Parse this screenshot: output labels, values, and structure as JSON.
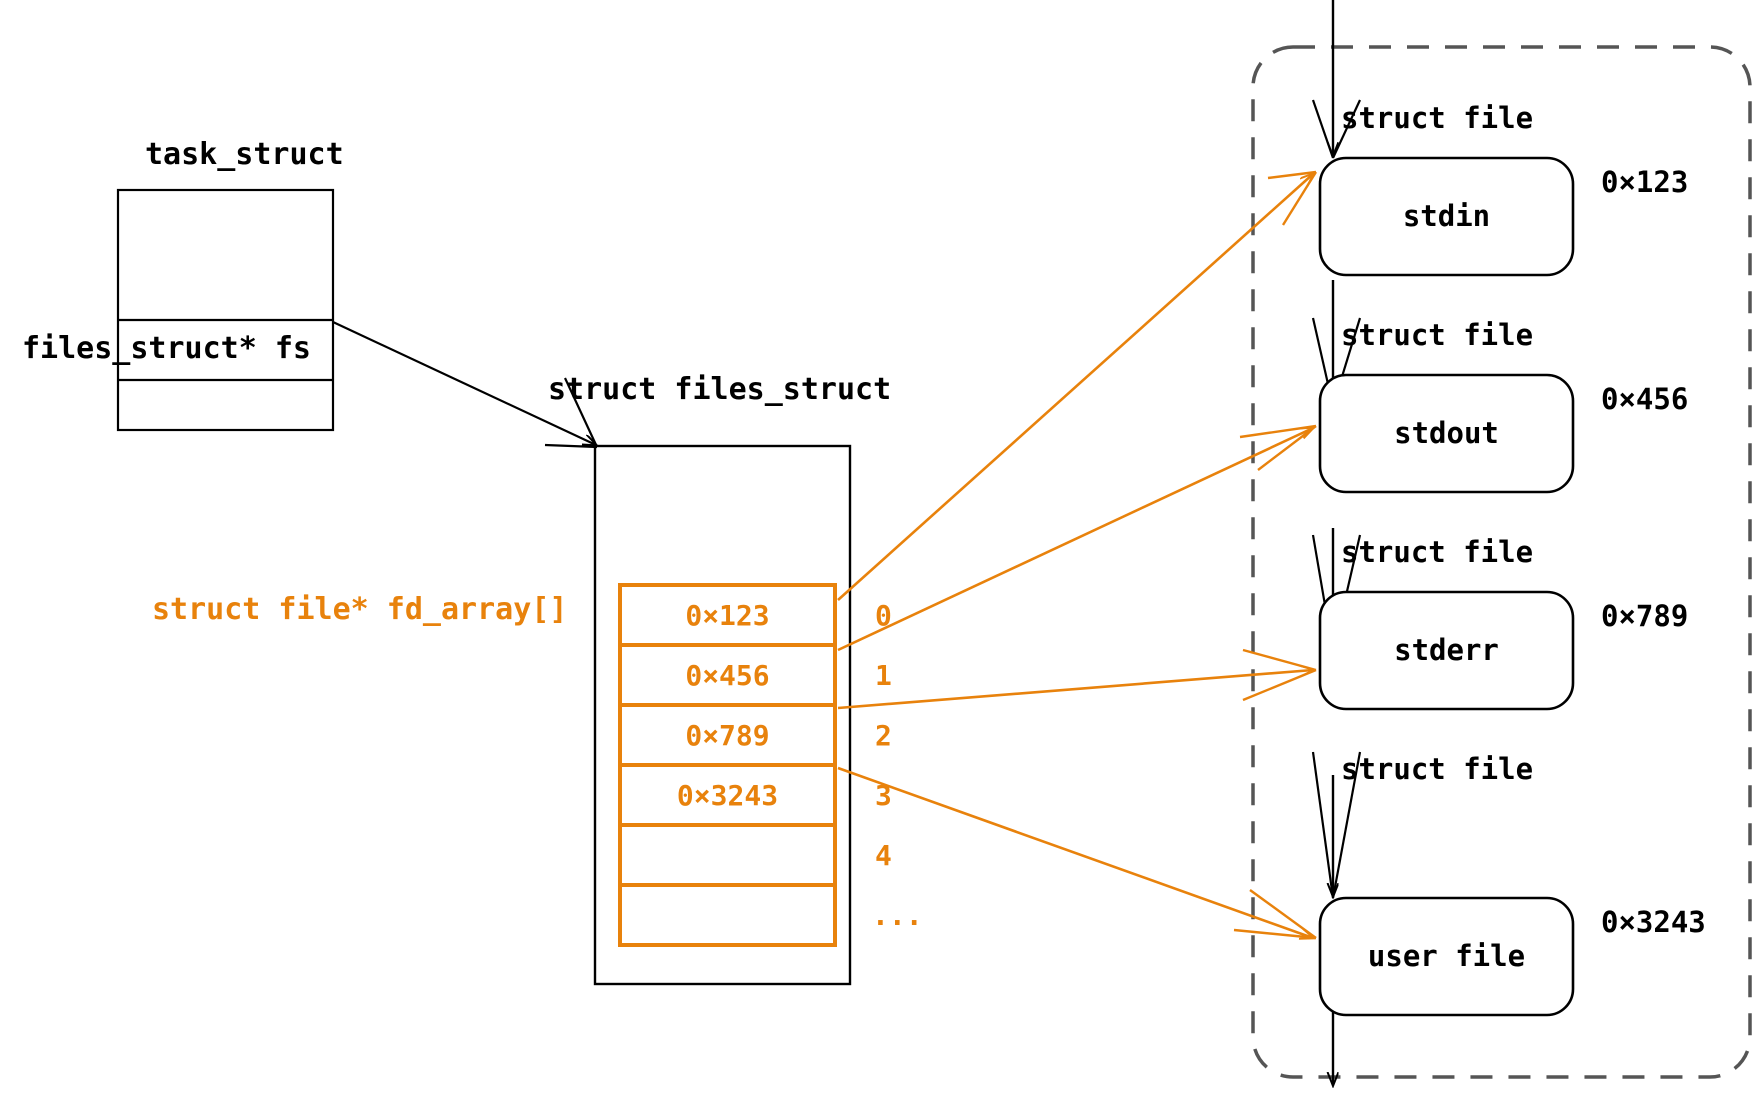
{
  "diagram": {
    "title_task_struct": "task_struct",
    "field_files_struct_ptr": "files_struct* fs",
    "title_files_struct": "struct files_struct",
    "fd_array_label": "struct file* fd_array[]",
    "colors": {
      "orange": "#E8820C",
      "black": "#000000",
      "dashed_gray": "#555555"
    }
  },
  "fd_array": {
    "entries": [
      {
        "index": "0",
        "value": "0×123"
      },
      {
        "index": "1",
        "value": "0×456"
      },
      {
        "index": "2",
        "value": "0×789"
      },
      {
        "index": "3",
        "value": "0×3243"
      },
      {
        "index": "4",
        "value": ""
      },
      {
        "index": "...",
        "value": ""
      }
    ]
  },
  "file_objects": [
    {
      "struct_label": "struct file",
      "name": "stdin",
      "address": "0×123"
    },
    {
      "struct_label": "struct file",
      "name": "stdout",
      "address": "0×456"
    },
    {
      "struct_label": "struct file",
      "name": "stderr",
      "address": "0×789"
    },
    {
      "struct_label": "struct file",
      "name": "user file",
      "address": "0×3243"
    }
  ]
}
